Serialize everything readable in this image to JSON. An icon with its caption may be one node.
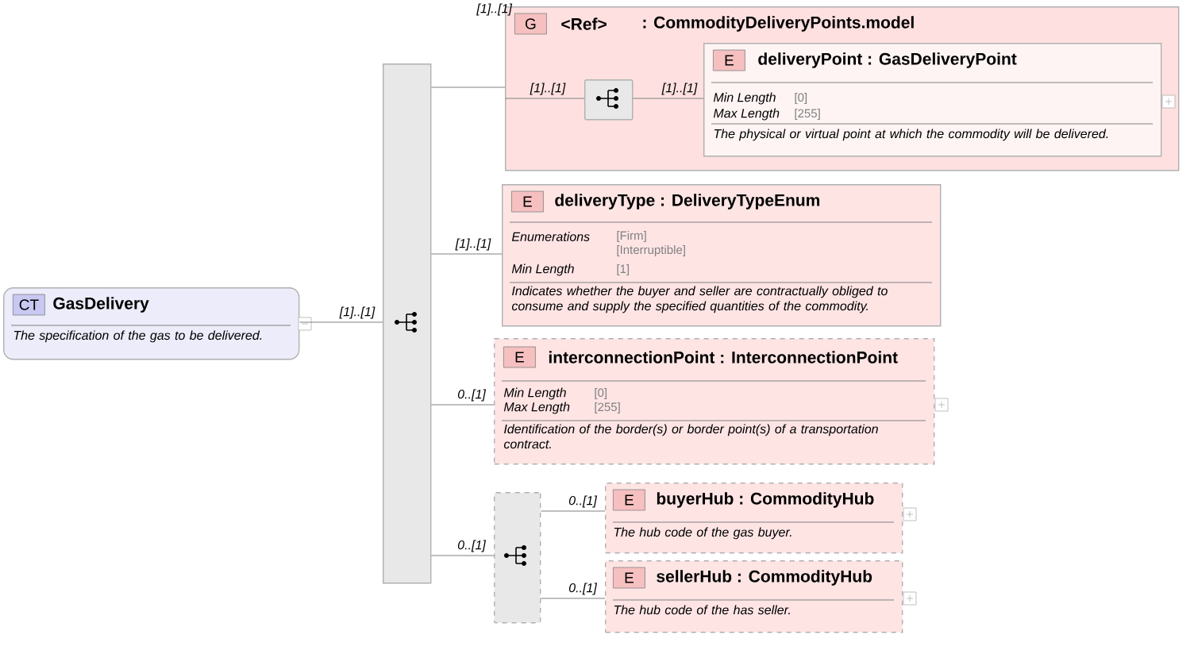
{
  "diagram": {
    "nodes": [
      {
        "text": [
          "CT",
          "GasDelivery",
          "The specification of the gas to be delivered."
        ]
      },
      {
        "text": [],
        "shape": "bar"
      },
      {
        "text": [
          "G",
          "<Ref>",
          ": CommodityDeliveryPoints.model"
        ],
        "beside": [
          "[1]..[1]"
        ]
      },
      {
        "text": [],
        "shape": "box",
        "in": 2
      },
      {
        "text": [
          "E",
          "deliveryPoint : GasDeliveryPoint",
          "Min Length",
          "[0]",
          "Max Length",
          "[255]",
          "The physical or virtual point at which the commodity will be delivered."
        ],
        "in": 2
      },
      {
        "text": [
          "E",
          "deliveryType : DeliveryTypeEnum",
          "Enumerations",
          "[Firm]",
          "[Interruptible]",
          "Min Length",
          "[1]",
          "Indicates whether the buyer and seller are contractually obliged to consume and supply the specified quantities of the commodity."
        ]
      },
      {
        "text": [
          "E",
          "interconnectionPoint : InterconnectionPoint",
          "Min Length",
          "[0]",
          "Max Length",
          "[255]",
          "Identification of the border(s) or border point(s) of a transportation contract."
        ]
      },
      {
        "text": [],
        "shape": "box"
      },
      {
        "text": [
          "E",
          "buyerHub : CommodityHub",
          "The hub code of the gas buyer."
        ]
      },
      {
        "text": [
          "E",
          "sellerHub : CommodityHub",
          "The hub code of the has seller."
        ]
      }
    ],
    "edges": [
      {
        "from": 0,
        "to": 1,
        "arrow": "none",
        "label": "[1]..[1]"
      },
      {
        "from": 1,
        "to": 2,
        "arrow": "none"
      },
      {
        "from": 2,
        "to": 3,
        "arrow": "none",
        "label": "[1]..[1]"
      },
      {
        "from": 3,
        "to": 4,
        "arrow": "none",
        "label": "[1]..[1]"
      },
      {
        "from": 1,
        "to": 5,
        "arrow": "none",
        "label": "[1]..[1]"
      },
      {
        "from": 1,
        "to": 6,
        "arrow": "none",
        "label": "0..[1]"
      },
      {
        "from": 1,
        "to": 7,
        "arrow": "none",
        "label": "0..[1]"
      },
      {
        "from": 7,
        "to": 8,
        "arrow": "none",
        "label": "0..[1]"
      },
      {
        "from": 7,
        "to": 9,
        "arrow": "none",
        "label": "0..[1]"
      }
    ]
  }
}
